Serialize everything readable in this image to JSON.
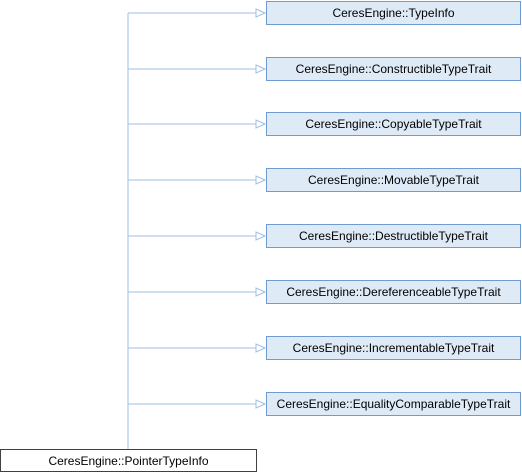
{
  "diagram": {
    "derived_class": "CeresEngine::PointerTypeInfo",
    "base_classes": [
      "CeresEngine::TypeInfo",
      "CeresEngine::ConstructibleTypeTrait",
      "CeresEngine::CopyableTypeTrait",
      "CeresEngine::MovableTypeTrait",
      "CeresEngine::DestructibleTypeTrait",
      "CeresEngine::DereferenceableTypeTrait",
      "CeresEngine::IncrementableTypeTrait",
      "CeresEngine::EqualityComparableTypeTrait"
    ],
    "colors": {
      "base_fill": "#dfeaf7",
      "base_border": "#6e9bd1",
      "edge": "#9dbfe3",
      "derived_border": "#404040"
    }
  }
}
